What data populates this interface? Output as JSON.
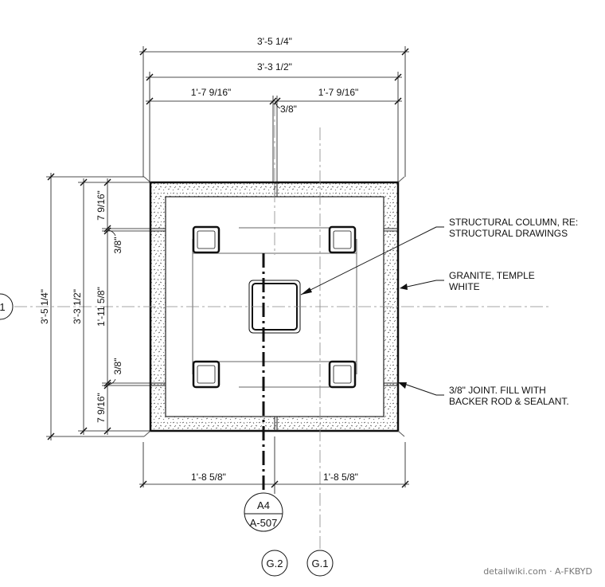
{
  "dimensions": {
    "top_overall": "3'-5 1/4\"",
    "top_inner": "3'-3 1/2\"",
    "top_left_half": "1'-7 9/16\"",
    "top_right_half": "1'-7 9/16\"",
    "top_joint": "3/8\"",
    "left_overall": "3'-5 1/4\"",
    "left_inner": "3'-3 1/2\"",
    "left_middle": "1'-11 5/8\"",
    "left_top_segment": "7 9/16\"",
    "left_bottom_segment": "7 9/16\"",
    "left_joint_upper": "3/8\"",
    "left_joint_lower": "3/8\"",
    "bottom_left_half": "1'-8 5/8\"",
    "bottom_right_half": "1'-8 5/8\""
  },
  "notes": {
    "structural_column": [
      "STRUCTURAL COLUMN, RE:",
      "STRUCTURAL DRAWINGS"
    ],
    "granite": [
      "GRANITE, TEMPLE",
      "WHITE"
    ],
    "joint": [
      "3/8\" JOINT. FILL WITH",
      "BACKER ROD & SEALANT."
    ]
  },
  "section_tag": {
    "detail": "A4",
    "sheet": "A-507"
  },
  "grid_bubbles": {
    "left": "G.2",
    "right": "G.1",
    "row": "1"
  },
  "watermark": "detailwiki.com · A-FKBYD"
}
